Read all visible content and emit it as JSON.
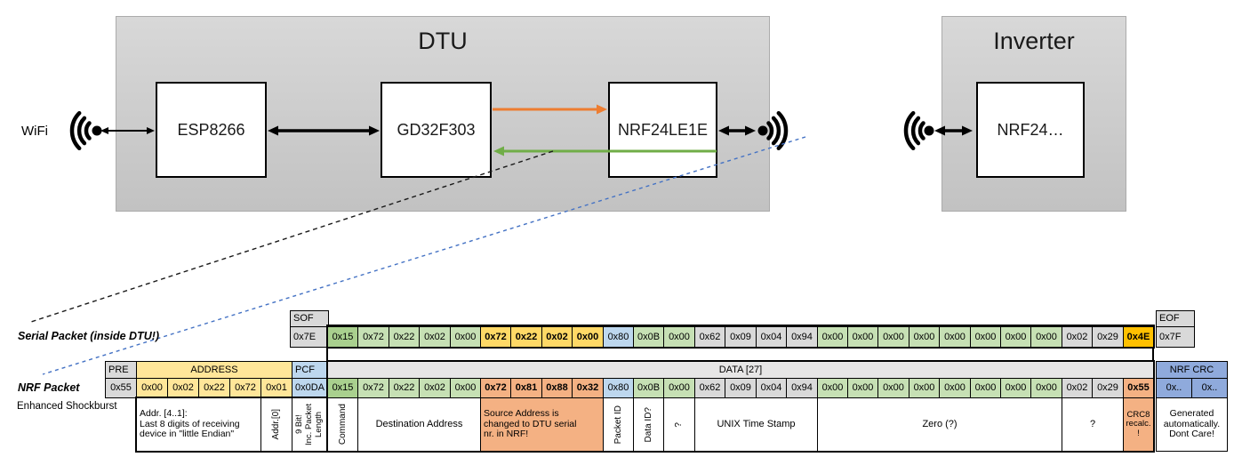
{
  "colors": {
    "gray": "#d9d9d9",
    "gray_light": "#e7e6e6",
    "green_dark": "#a9d08e",
    "green": "#c6e0b4",
    "gold": "#ffd966",
    "yellow": "#ffe699",
    "amber": "#ffc000",
    "blue_light": "#bdd7ee",
    "blue": "#8faadc",
    "salmon": "#f4b183",
    "arrow_orange": "#ed7d31",
    "arrow_green": "#70ad47",
    "dash_blue": "#4472c4"
  },
  "diagram": {
    "wifi_label": "WiFi",
    "dtu": {
      "title": "DTU",
      "components": [
        "ESP8266",
        "GD32F303",
        "NRF24LE1E"
      ]
    },
    "inverter": {
      "title": "Inverter",
      "component": "NRF24…"
    }
  },
  "serial_packet": {
    "label": "Serial Packet (inside DTU!)",
    "sof_header": "SOF",
    "sof_value": "0x7E",
    "eof_header": "EOF",
    "eof_value": "0x7F",
    "cells": [
      {
        "v": "0x15",
        "bg": "green_dark"
      },
      {
        "v": "0x72",
        "bg": "green"
      },
      {
        "v": "0x22",
        "bg": "green"
      },
      {
        "v": "0x02",
        "bg": "green"
      },
      {
        "v": "0x00",
        "bg": "green"
      },
      {
        "v": "0x72",
        "bg": "gold",
        "b": true
      },
      {
        "v": "0x22",
        "bg": "gold",
        "b": true
      },
      {
        "v": "0x02",
        "bg": "gold",
        "b": true
      },
      {
        "v": "0x00",
        "bg": "gold",
        "b": true
      },
      {
        "v": "0x80",
        "bg": "blue_light"
      },
      {
        "v": "0x0B",
        "bg": "green"
      },
      {
        "v": "0x00",
        "bg": "green"
      },
      {
        "v": "0x62",
        "bg": "gray"
      },
      {
        "v": "0x09",
        "bg": "gray"
      },
      {
        "v": "0x04",
        "bg": "gray"
      },
      {
        "v": "0x94",
        "bg": "gray"
      },
      {
        "v": "0x00",
        "bg": "green"
      },
      {
        "v": "0x00",
        "bg": "green"
      },
      {
        "v": "0x00",
        "bg": "green"
      },
      {
        "v": "0x00",
        "bg": "green"
      },
      {
        "v": "0x00",
        "bg": "green"
      },
      {
        "v": "0x00",
        "bg": "green"
      },
      {
        "v": "0x00",
        "bg": "green"
      },
      {
        "v": "0x00",
        "bg": "green"
      },
      {
        "v": "0x02",
        "bg": "gray"
      },
      {
        "v": "0x29",
        "bg": "gray"
      },
      {
        "v": "0x4E",
        "bg": "amber",
        "b": true
      }
    ]
  },
  "nrf_packet": {
    "label": "NRF Packet",
    "sublabel": "Enhanced Shockburst",
    "pre_header": "PRE",
    "pre_value": "0x55",
    "address_header": "ADDRESS",
    "address_values": [
      "0x00",
      "0x02",
      "0x22",
      "0x72",
      "0x01"
    ],
    "pcf_header": "PCF",
    "pcf_value": "0x0DA",
    "data_header": "DATA [27]",
    "crc_header": "NRF CRC",
    "crc_values": [
      "0x..",
      "0x.."
    ],
    "cells": [
      {
        "v": "0x15",
        "bg": "green_dark"
      },
      {
        "v": "0x72",
        "bg": "green"
      },
      {
        "v": "0x22",
        "bg": "green"
      },
      {
        "v": "0x02",
        "bg": "green"
      },
      {
        "v": "0x00",
        "bg": "green"
      },
      {
        "v": "0x72",
        "bg": "salmon",
        "b": true
      },
      {
        "v": "0x81",
        "bg": "salmon",
        "b": true
      },
      {
        "v": "0x88",
        "bg": "salmon",
        "b": true
      },
      {
        "v": "0x32",
        "bg": "salmon",
        "b": true
      },
      {
        "v": "0x80",
        "bg": "blue_light"
      },
      {
        "v": "0x0B",
        "bg": "green"
      },
      {
        "v": "0x00",
        "bg": "green"
      },
      {
        "v": "0x62",
        "bg": "gray"
      },
      {
        "v": "0x09",
        "bg": "gray"
      },
      {
        "v": "0x04",
        "bg": "gray"
      },
      {
        "v": "0x94",
        "bg": "gray"
      },
      {
        "v": "0x00",
        "bg": "green"
      },
      {
        "v": "0x00",
        "bg": "green"
      },
      {
        "v": "0x00",
        "bg": "green"
      },
      {
        "v": "0x00",
        "bg": "green"
      },
      {
        "v": "0x00",
        "bg": "green"
      },
      {
        "v": "0x00",
        "bg": "green"
      },
      {
        "v": "0x00",
        "bg": "green"
      },
      {
        "v": "0x00",
        "bg": "green"
      },
      {
        "v": "0x02",
        "bg": "gray"
      },
      {
        "v": "0x29",
        "bg": "gray"
      },
      {
        "v": "0x55",
        "bg": "salmon",
        "b": true
      }
    ]
  },
  "annotations": {
    "addr41": "Addr. [4..1]:\nLast 8 digits of receiving\ndevice in \"little Endian\"",
    "addr0": "Addr.[0]",
    "pcf9": "9 Bit!\nInc. Packet\nLength",
    "command": "Command",
    "dest": "Destination Address",
    "source": "Source Address is\nchanged to DTU serial\nnr. in NRF!",
    "packet_id": "Packet ID",
    "data_id": "Data ID?",
    "q1": "?",
    "unix": "UNIX Time Stamp",
    "zero": "Zero (?)",
    "q2": "?",
    "crc8": "CRC8\nrecalc.\n!",
    "gen": "Generated\nautomatically.\nDont Care!"
  }
}
